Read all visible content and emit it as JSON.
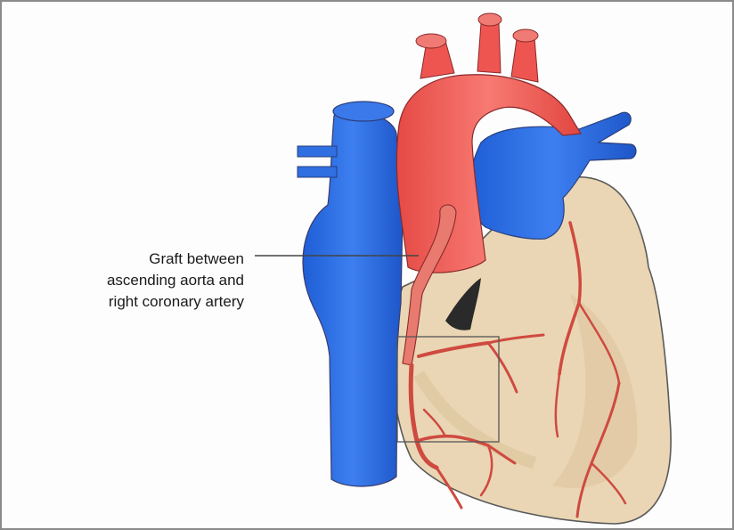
{
  "callout": {
    "lines": [
      "Graft between",
      "ascending aorta and",
      "right coronary artery"
    ]
  },
  "colors": {
    "heart_muscle": "#ead6b4",
    "vein_blue": "#2f6fe2",
    "artery_red": "#ee5550",
    "vessel_red": "#d9554a",
    "outline": "#555555"
  },
  "icons": {
    "heart": "heart-anatomy-illustration"
  }
}
